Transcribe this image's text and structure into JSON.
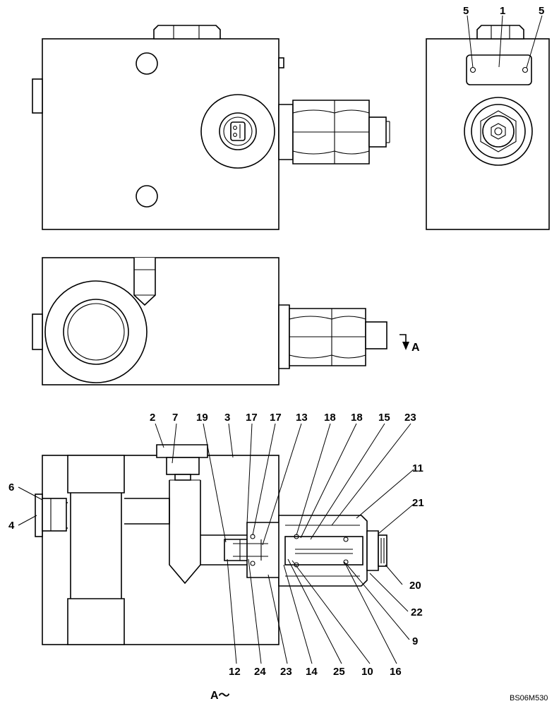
{
  "callouts": {
    "top_right": [
      "5",
      "1",
      "5"
    ],
    "section_top": [
      "2",
      "7",
      "19",
      "3",
      "17",
      "17",
      "13",
      "18",
      "18",
      "15",
      "23"
    ],
    "section_right": [
      "11",
      "21",
      "20",
      "22",
      "9"
    ],
    "section_left": [
      "6",
      "4"
    ],
    "section_bottom": [
      "12",
      "24",
      "23",
      "14",
      "25",
      "10",
      "16"
    ]
  },
  "view_arrow_label": "A",
  "section_label": "A～",
  "drawing_code": "BS06M530"
}
